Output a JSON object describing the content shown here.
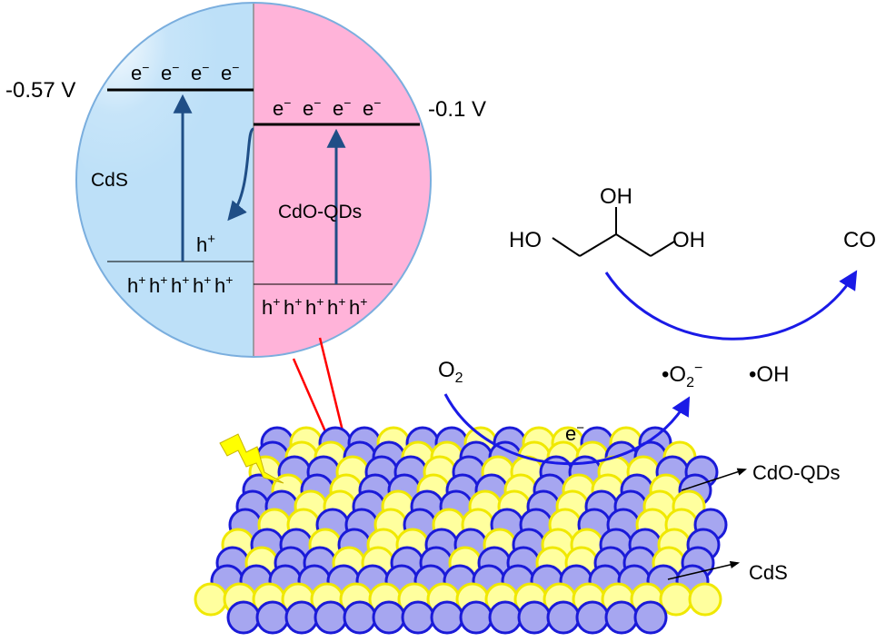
{
  "inset": {
    "cds_label": "CdS",
    "cdo_label": "CdO-QDs",
    "cds_cb_potential": "-0.57 V",
    "cdo_cb_potential": "-0.1 V",
    "electron": "e",
    "electron_charge": "−",
    "hole": "h",
    "hole_charge": "+",
    "cds_cb_electrons": 4,
    "cds_vb_holes": 5,
    "cdo_cb_electrons": 4,
    "cdo_vb_holes": 5,
    "transferred_hole": "h",
    "colors": {
      "cds_region": "#bde0f8",
      "cdo_region": "#ffb3d9",
      "arrow": "#1f4e86",
      "connector": "#ff0000"
    }
  },
  "reaction": {
    "glycerol": {
      "oh_top": "OH",
      "ho_left": "HO",
      "oh_right": "OH"
    },
    "product": "CO",
    "reactant_o2": "O",
    "o2_subscript": "2",
    "superoxide_prefix": "•O",
    "superoxide_subscript": "2",
    "superoxide_charge": "−",
    "hydroxyl": "•OH",
    "electron": "e",
    "electron_charge": "−",
    "arrow_color": "#1a1ae6"
  },
  "legend": {
    "cdo_qds": "CdO-QDs",
    "cds": "CdS"
  },
  "particles": {
    "cds_color": "#a6a6f0",
    "cds_stroke": "#1a1ad8",
    "cdo_color": "#ffff9e",
    "cdo_stroke": "#f0e800"
  },
  "light": {
    "icon": "lightning-icon",
    "color": "#ffff00"
  }
}
